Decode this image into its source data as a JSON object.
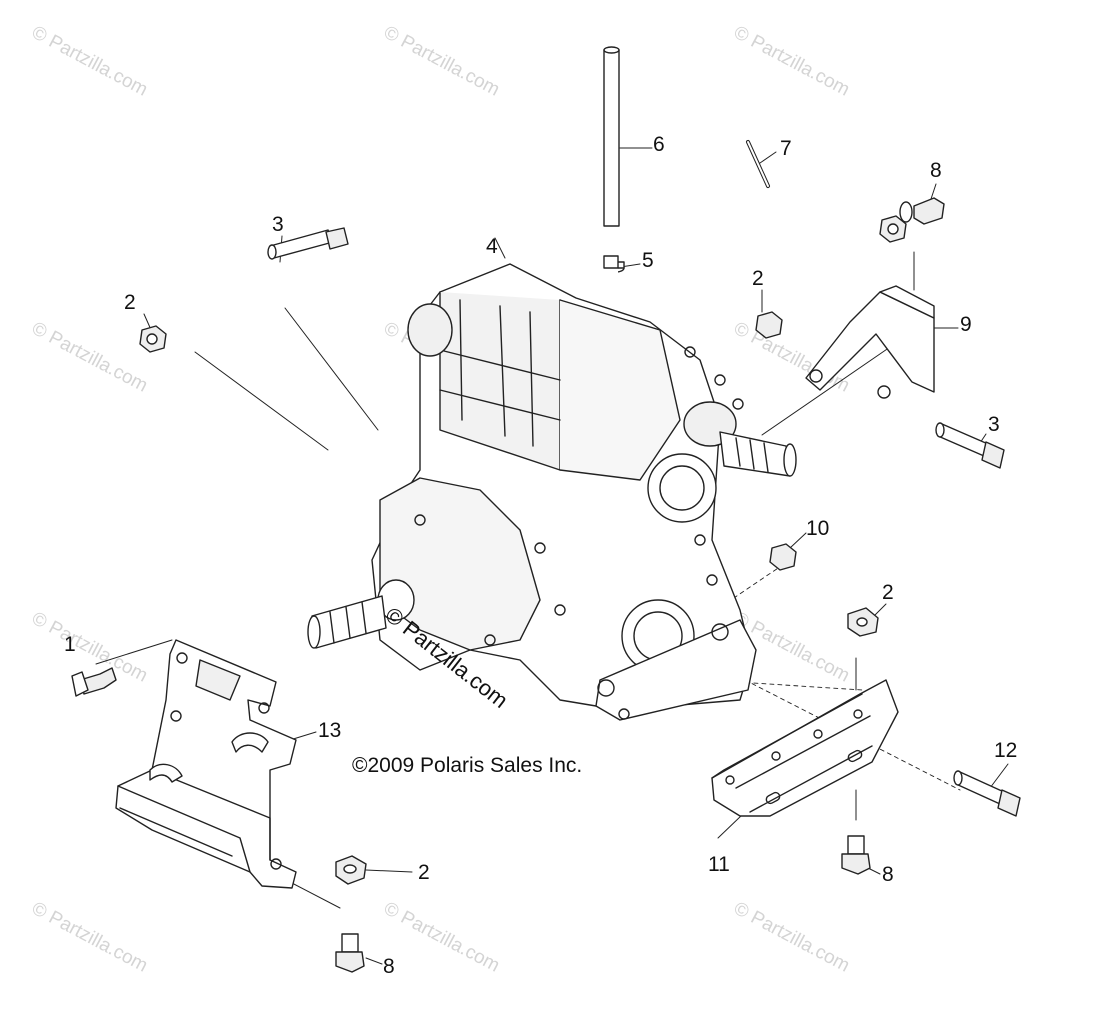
{
  "diagram": {
    "callouts": [
      {
        "id": "c1",
        "label": "1"
      },
      {
        "id": "c2a",
        "label": "2"
      },
      {
        "id": "c2b",
        "label": "2"
      },
      {
        "id": "c2c",
        "label": "2"
      },
      {
        "id": "c2d",
        "label": "2"
      },
      {
        "id": "c3a",
        "label": "3"
      },
      {
        "id": "c3b",
        "label": "3"
      },
      {
        "id": "c4",
        "label": "4"
      },
      {
        "id": "c5",
        "label": "5"
      },
      {
        "id": "c6",
        "label": "6"
      },
      {
        "id": "c7",
        "label": "7"
      },
      {
        "id": "c8a",
        "label": "8"
      },
      {
        "id": "c8b",
        "label": "8"
      },
      {
        "id": "c8c",
        "label": "8"
      },
      {
        "id": "c9",
        "label": "9"
      },
      {
        "id": "c10",
        "label": "10"
      },
      {
        "id": "c11",
        "label": "11"
      },
      {
        "id": "c12",
        "label": "12"
      },
      {
        "id": "c13",
        "label": "13"
      }
    ],
    "copyright": "©2009 Polaris Sales Inc.",
    "center_watermark": "© Partzilla.com",
    "watermark": "© Partzilla.com"
  },
  "colors": {
    "line": "#222222",
    "fill": "#ffffff",
    "shade": "#e9e9e9",
    "watermark": "#d4d4d4"
  }
}
